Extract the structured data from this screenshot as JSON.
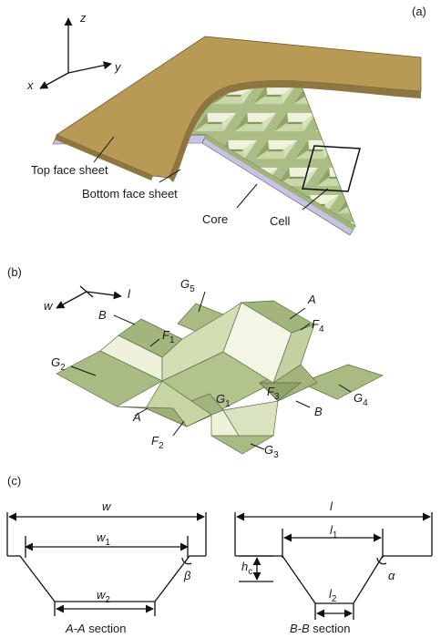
{
  "panels": {
    "a": {
      "tag": "(a)",
      "axes": {
        "z": "z",
        "y": "y",
        "x": "x"
      },
      "labels": {
        "top_face_sheet": "Top face sheet",
        "bottom_face_sheet": "Bottom face sheet",
        "core": "Core",
        "cell": "Cell"
      }
    },
    "b": {
      "tag": "(b)",
      "dir_w": "w",
      "dir_l": "l",
      "labels": {
        "A_top": "A",
        "A_bottom": "A",
        "B_left": "B",
        "B_right": "B",
        "F": "F",
        "F1": "1",
        "F2": "2",
        "F3": "3",
        "F4": "4",
        "G": "G",
        "G1": "1",
        "G2": "2",
        "G3": "3",
        "G4": "4",
        "G5": "5"
      }
    },
    "c": {
      "tag": "(c)",
      "left": {
        "w": "w",
        "w1_main": "w",
        "w1_sub": "1",
        "w2_main": "w",
        "w2_sub": "2",
        "beta": "β",
        "caption_italic": "A-A",
        "caption_rest": " section"
      },
      "right": {
        "l": "l",
        "l1_main": "l",
        "l1_sub": "1",
        "l2_main": "l",
        "l2_sub": "2",
        "hc_main": "h",
        "hc_sub": "c",
        "alpha": "α",
        "caption_italic": "B-B",
        "caption_rest": " section"
      }
    }
  },
  "colors": {
    "face_sheet": "#b89a55",
    "core_light": "#e4ebcf",
    "core_mid": "#b8c994",
    "core_dark": "#8fa46a",
    "bottom_sheet": "#c9c3e3"
  }
}
